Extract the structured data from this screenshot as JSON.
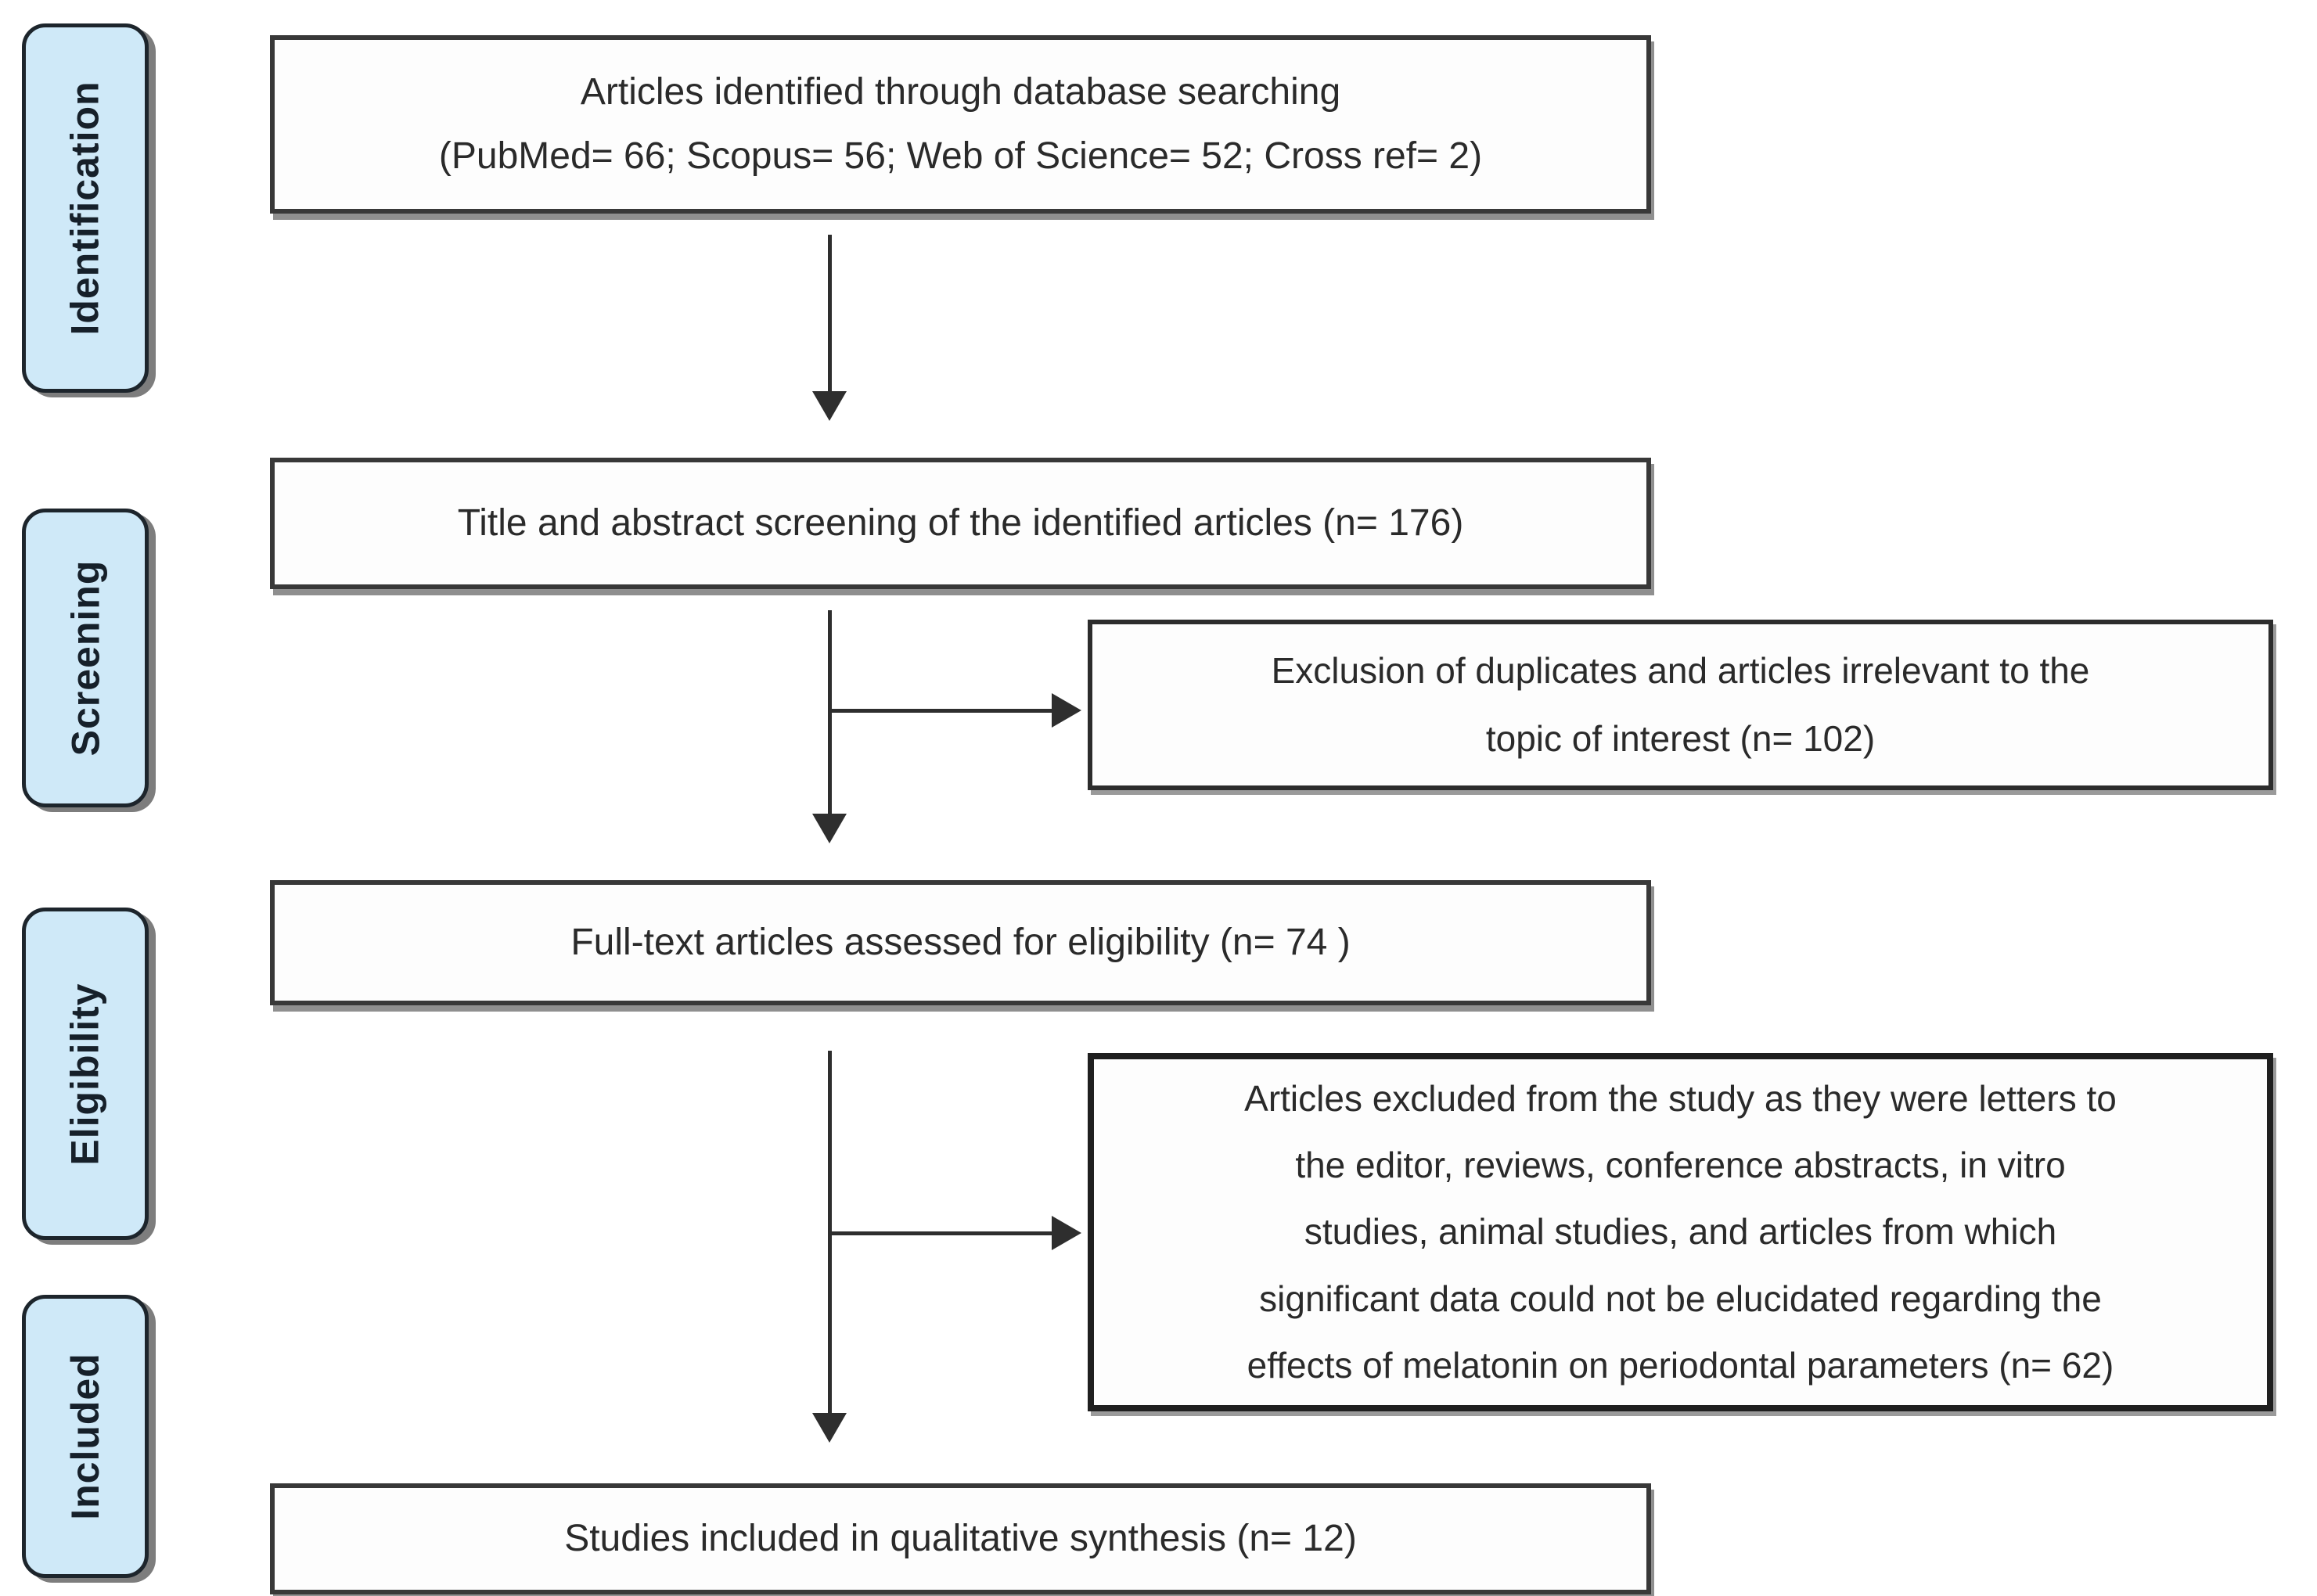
{
  "diagram": {
    "kind": "prisma-flow-diagram",
    "stages": {
      "identification": "Identification",
      "screening": "Screening",
      "eligibility": "Eligibility",
      "included": "Included"
    },
    "flow": {
      "identified": {
        "line1": "Articles identified through database searching",
        "line2": "(PubMed= 66; Scopus= 56; Web of Science= 52; Cross ref= 2)"
      },
      "screened": {
        "text": "Title and abstract screening of the identified articles (n= 176)"
      },
      "fulltext": {
        "text": "Full-text articles assessed for eligibility (n= 74 )"
      },
      "included": {
        "text": "Studies included in qualitative synthesis (n= 12)"
      },
      "excluded_screening": {
        "lines": [
          "Exclusion of duplicates and articles irrelevant to the",
          "topic of interest (n= 102)"
        ]
      },
      "excluded_fulltext": {
        "lines": [
          "Articles excluded from the study as they were letters to",
          "the editor, reviews, conference abstracts, in vitro",
          "studies, animal studies, and articles from which",
          "significant data could not be elucidated regarding the",
          "effects of melatonin on periodontal parameters (n= 62)"
        ]
      }
    },
    "counts": {
      "pubmed": 66,
      "scopus": 56,
      "web_of_science": 52,
      "cross_ref": 2,
      "title_abstract_screened": 176,
      "excluded_duplicates_irrelevant": 102,
      "fulltext_assessed": 74,
      "fulltext_excluded": 62,
      "included_qualitative_synthesis": 12
    },
    "colors": {
      "badge_fill": "#cfe9f8",
      "badge_border": "#1d252c",
      "box_fill": "#fdfdfd",
      "box_border": "#383838",
      "arrow": "#2e2e2e",
      "text": "#2a2a2a",
      "background": "#ffffff"
    }
  }
}
